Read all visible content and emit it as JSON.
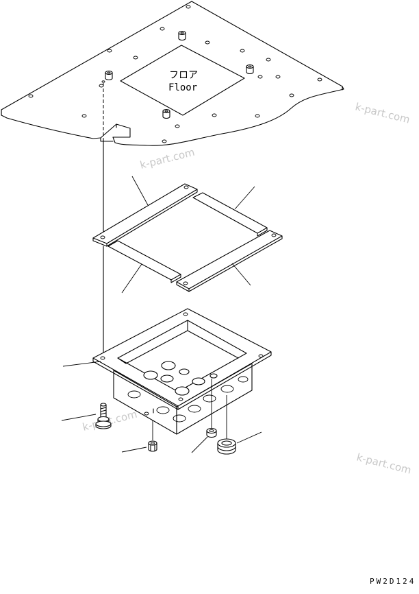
{
  "floor_label": {
    "japanese": "フロア",
    "english": "Floor"
  },
  "watermarks": [
    "k-part.com",
    "k-part.com",
    "k-part.com",
    "k-part.com"
  ],
  "drawing_code": "PW2D124"
}
